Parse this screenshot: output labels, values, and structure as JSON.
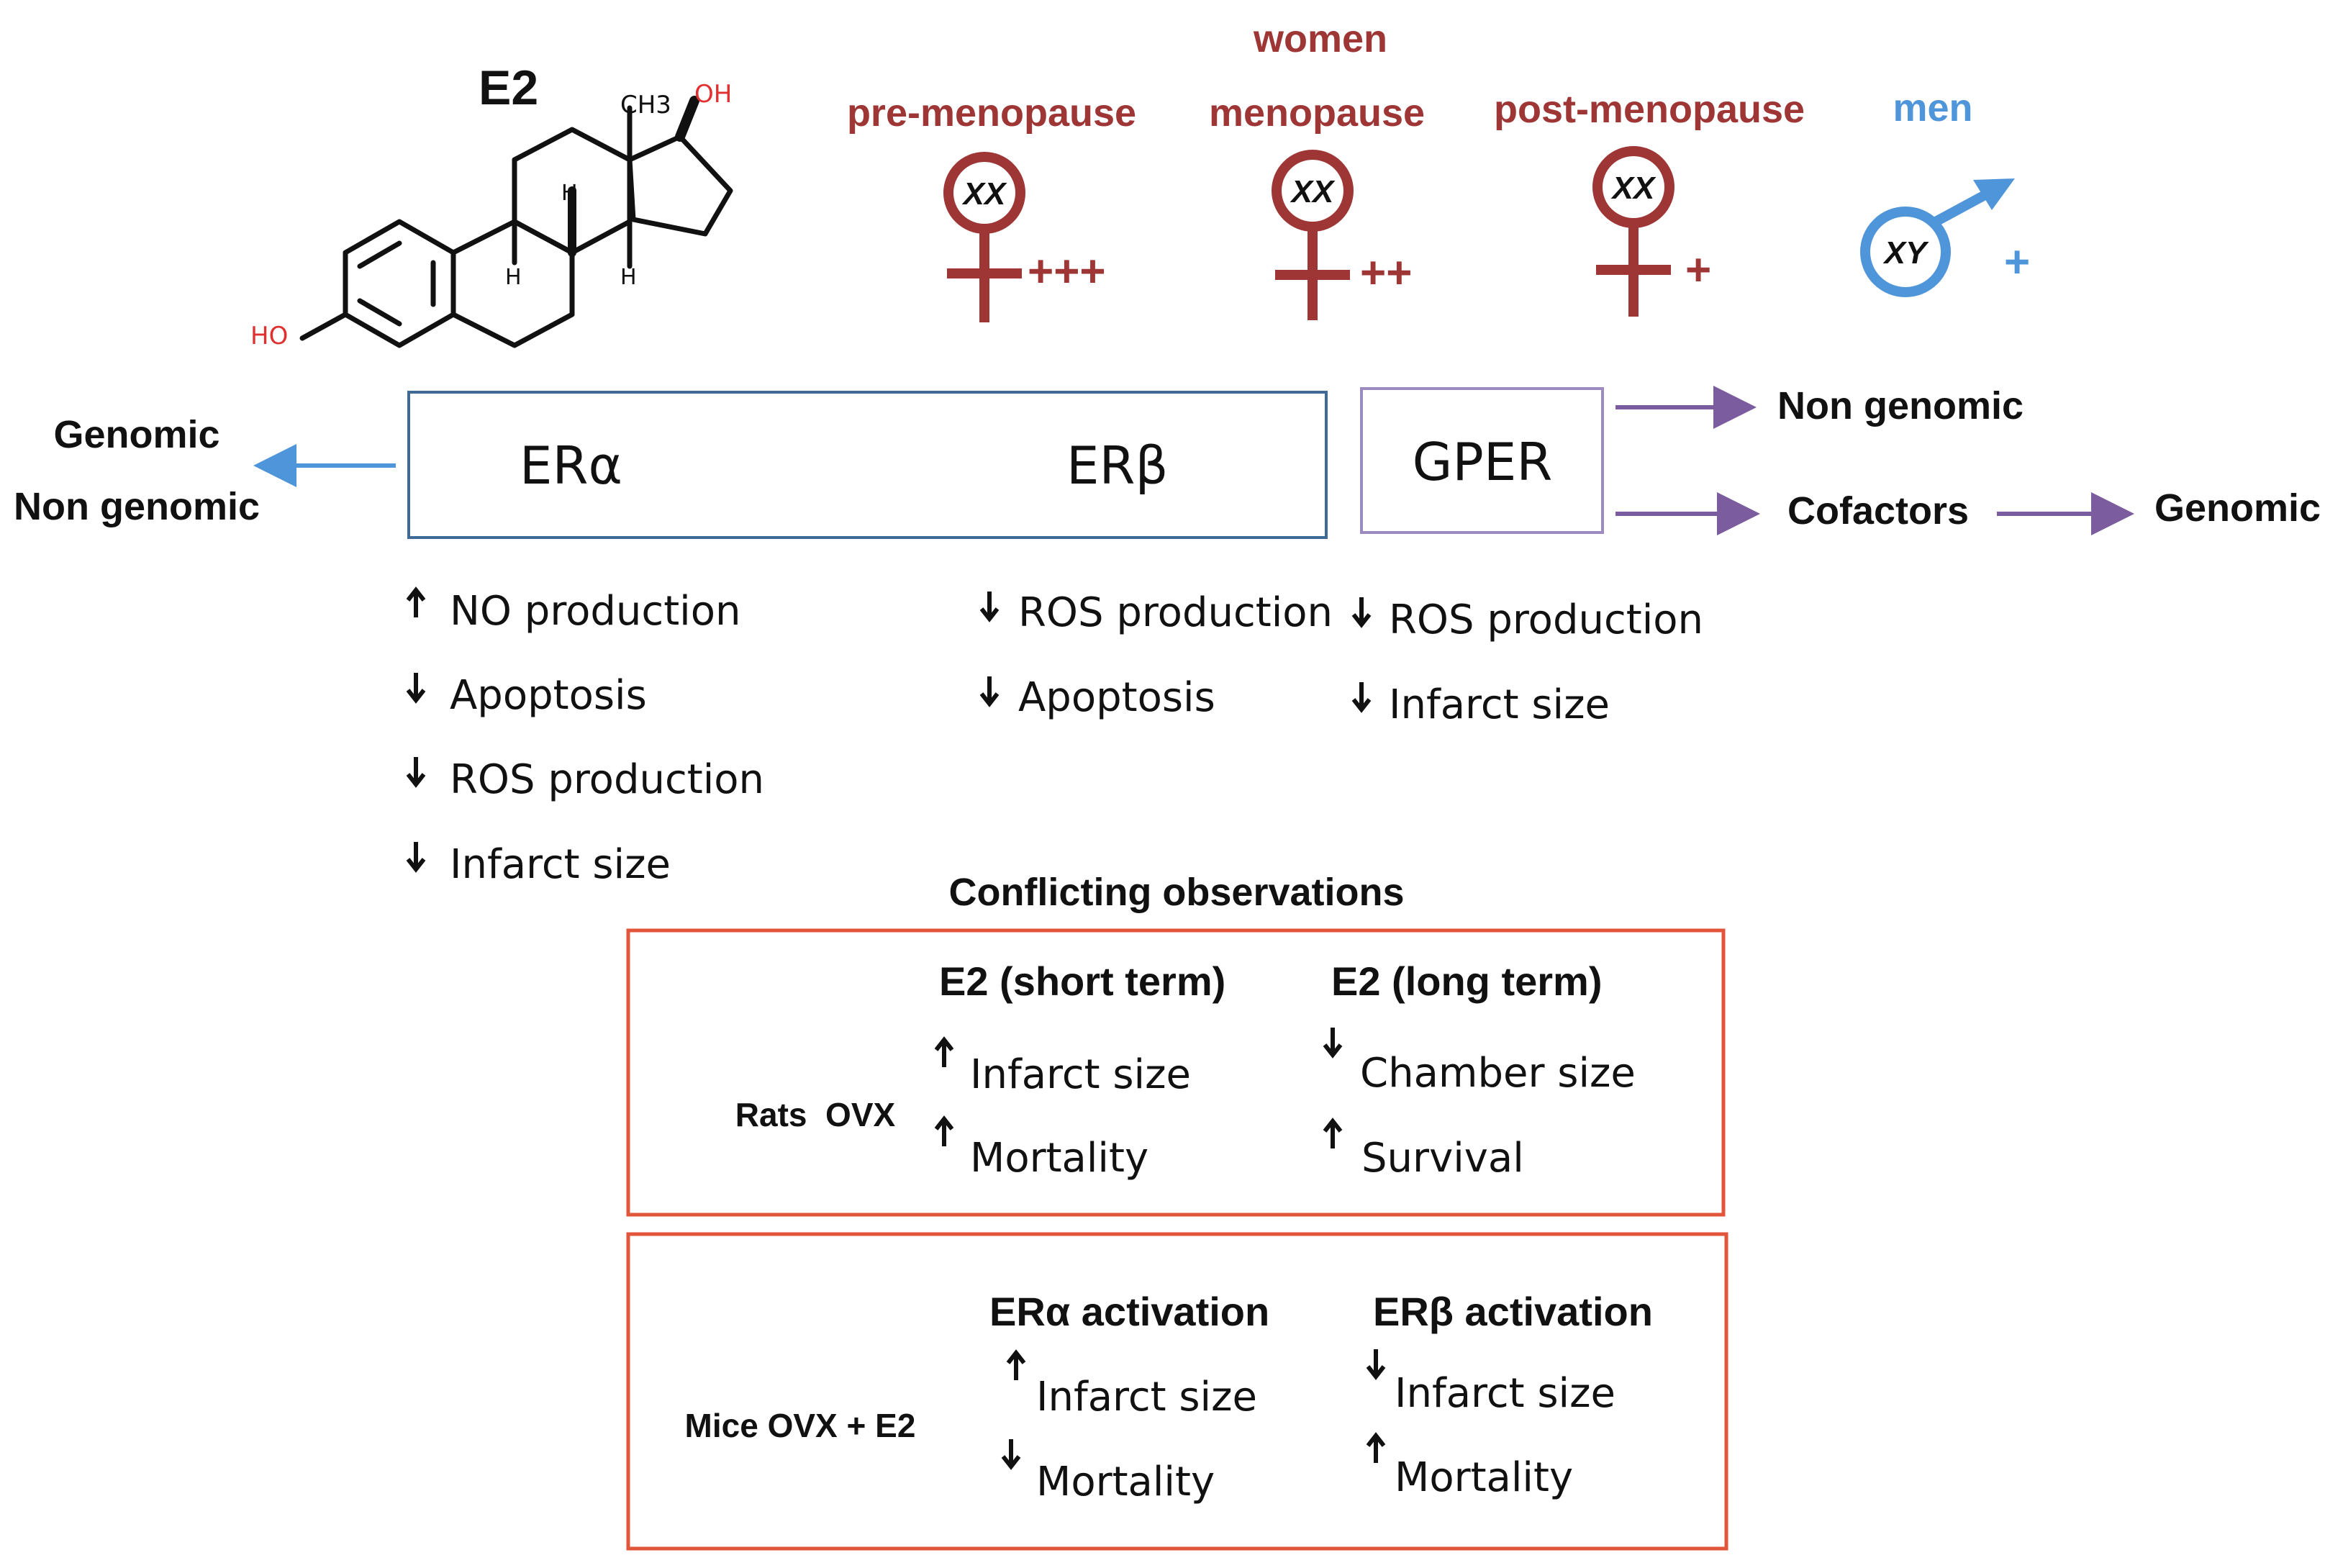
{
  "colors": {
    "women": "#9e3636",
    "men": "#4f95d9",
    "arrow_left": "#4f95d9",
    "arrow_purple": "#7b5c9e",
    "er_box_border": "#3f6a95",
    "gper_box_border": "#9c8bbe",
    "conflict_border": "#e2553b",
    "text": "#111111"
  },
  "molecule": {
    "name": "E2",
    "ch3_label": "CH3",
    "oh_top_label": "OH",
    "ho_label": "HO",
    "h_labels": [
      "H",
      "H",
      "H"
    ]
  },
  "sexes": {
    "women_label": "women",
    "groups": [
      {
        "label": "pre-menopause",
        "chromosome": "XX",
        "level": "+++",
        "icon": "female-symbol-icon"
      },
      {
        "label": "menopause",
        "chromosome": "XX",
        "level": "++",
        "icon": "female-symbol-icon"
      },
      {
        "label": "post-menopause",
        "chromosome": "XX",
        "level": "+",
        "icon": "female-symbol-icon"
      }
    ],
    "men": {
      "label": "men",
      "chromosome": "XY",
      "level": "+",
      "icon": "male-symbol-icon"
    }
  },
  "receptors": {
    "era": "ERα",
    "erb": "ERβ",
    "gper": "GPER"
  },
  "pathways": {
    "left_top": "Genomic",
    "left_bottom": "Non genomic",
    "right_top": "Non genomic",
    "right_mid": "Cofactors",
    "right_end": "Genomic"
  },
  "effects": {
    "era": [
      {
        "dir": "up",
        "text": "NO production"
      },
      {
        "dir": "down",
        "text": "Apoptosis"
      },
      {
        "dir": "down",
        "text": "ROS production"
      },
      {
        "dir": "down",
        "text": "Infarct size"
      }
    ],
    "erb": [
      {
        "dir": "down",
        "text": "ROS production"
      },
      {
        "dir": "down",
        "text": "Apoptosis"
      }
    ],
    "gper": [
      {
        "dir": "down",
        "text": "ROS production"
      },
      {
        "dir": "down",
        "text": "Infarct size"
      }
    ]
  },
  "conflicting": {
    "title": "Conflicting observations",
    "rats": {
      "label": "Rats  OVX",
      "col1_title": "E2 (short term)",
      "col1": [
        {
          "dir": "up",
          "text": "Infarct size"
        },
        {
          "dir": "up",
          "text": "Mortality"
        }
      ],
      "col2_title": "E2 (long term)",
      "col2": [
        {
          "dir": "down",
          "text": "Chamber size"
        },
        {
          "dir": "up",
          "text": "Survival"
        }
      ]
    },
    "mice": {
      "label": "Mice OVX + E2",
      "col1_title": "ERα activation",
      "col1": [
        {
          "dir": "up",
          "text": "Infarct size"
        },
        {
          "dir": "down",
          "text": "Mortality"
        }
      ],
      "col2_title": "ERβ activation",
      "col2": [
        {
          "dir": "down",
          "text": "Infarct size"
        },
        {
          "dir": "up",
          "text": "Mortality"
        }
      ]
    }
  }
}
